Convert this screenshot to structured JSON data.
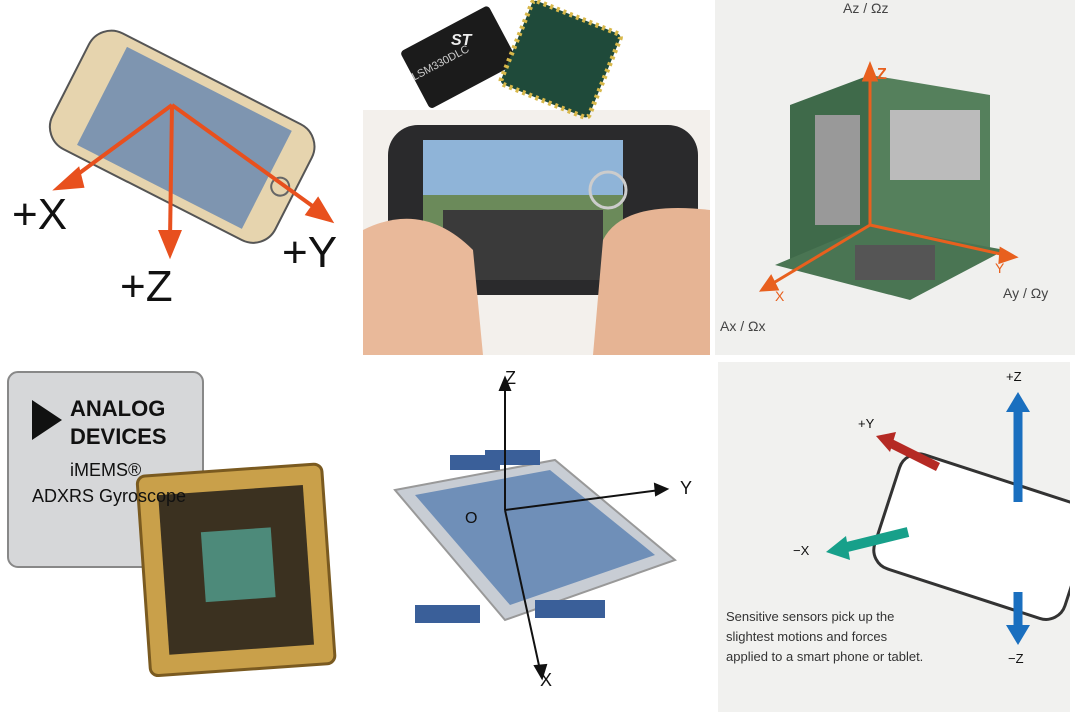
{
  "panels": {
    "phone_axes": {
      "x_label": "+X",
      "y_label": "+Y",
      "z_label": "+Z"
    },
    "game_phone": {
      "chip_label": "LSM330DLC",
      "brand": "ST"
    },
    "sensor_cube": {
      "z_top": "Az / Ωz",
      "z": "Z",
      "x": "X",
      "y": "Y",
      "x_rot": "Ax / Ωx",
      "y_rot": "Ay / Ωy"
    },
    "analog_chip": {
      "brand_line1": "ANALOG",
      "brand_line2": "DEVICES",
      "product_line1": "iMEMS®",
      "product_line2": "ADXRS Gyroscope"
    },
    "mems_structure": {
      "z": "Z",
      "y": "Y",
      "x": "X",
      "origin": "O"
    },
    "tablet_forces": {
      "plus_z": "+Z",
      "plus_y": "+Y",
      "minus_x": "−X",
      "minus_z": "−Z",
      "caption_line1": "Sensitive sensors pick up the",
      "caption_line2": "slightest motions and forces",
      "caption_line3": "applied to a smart phone or tablet."
    }
  },
  "colors": {
    "orange_axis": "#e8501e",
    "blue_arrow": "#1a6fbf",
    "teal_arrow": "#17a08a",
    "red_arrow": "#b52a24"
  }
}
